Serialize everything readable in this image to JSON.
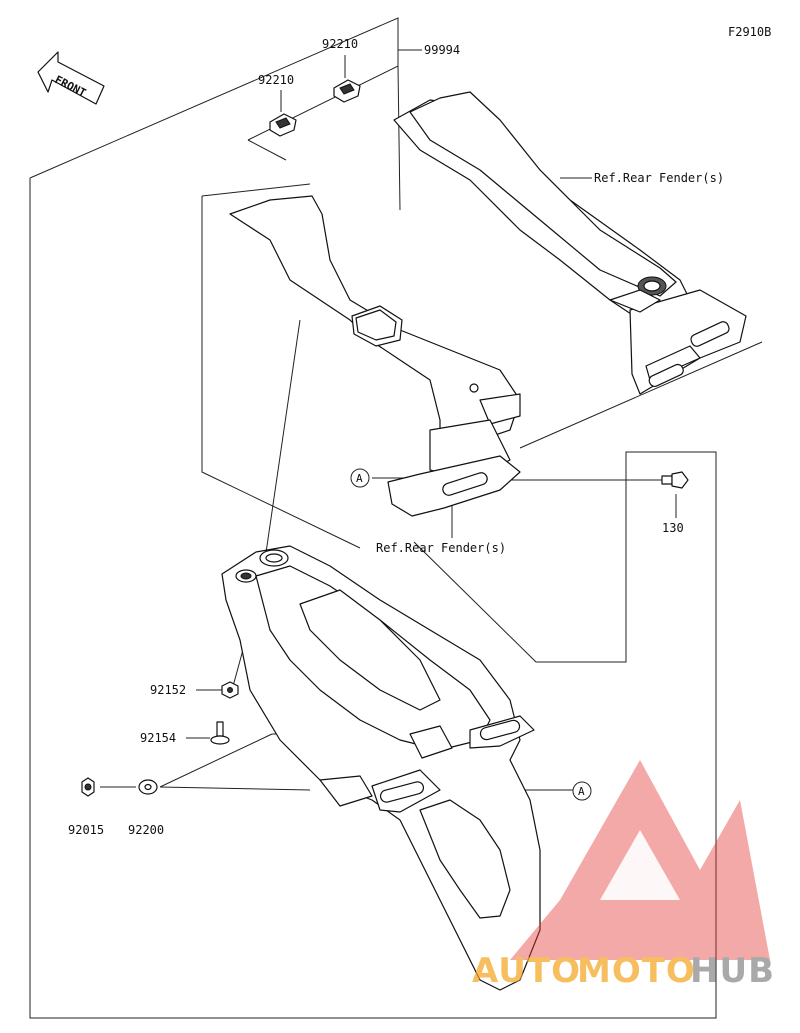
{
  "figure_code": "F2910B",
  "front_label": "FRONT",
  "callout_letter": "A",
  "parts": {
    "p92210_a": "92210",
    "p92210_b": "92210",
    "p99994": "99994",
    "p130": "130",
    "p92152": "92152",
    "p92154": "92154",
    "p92015": "92015",
    "p92200": "92200"
  },
  "refs": {
    "rear_fender_top": "Ref.Rear Fender(s)",
    "rear_fender_mid": "Ref.Rear Fender(s)"
  },
  "watermark": {
    "part1": "AUTO",
    "part2": "MOTO",
    "part3": "HUB",
    "color_orange": "#f5a623",
    "color_gray": "#888888",
    "color_red": "#e53935"
  }
}
